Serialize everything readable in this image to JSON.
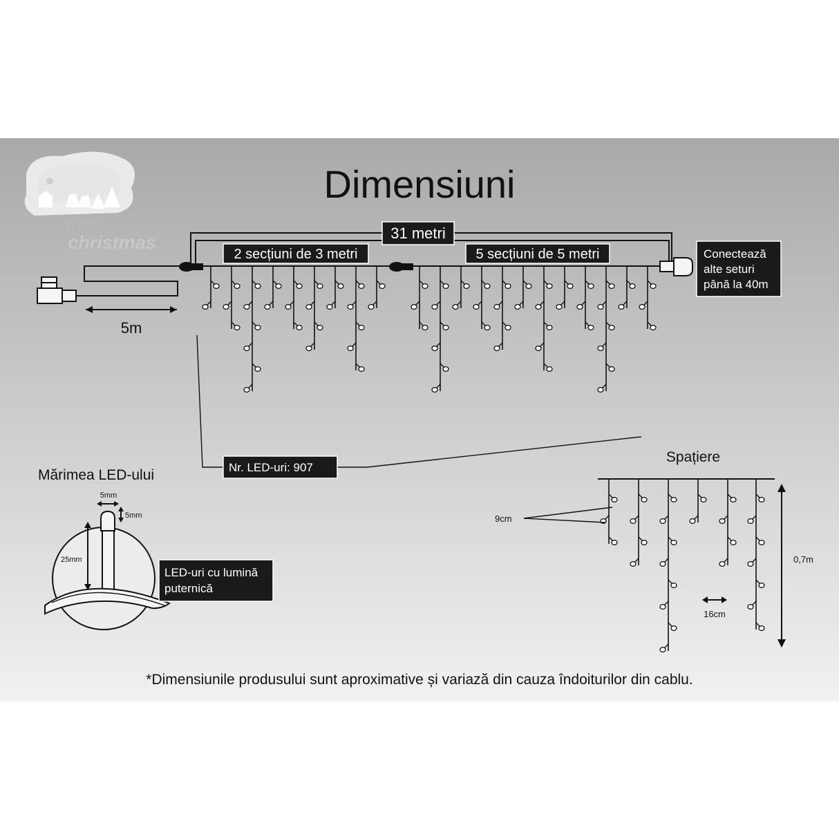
{
  "title": "Dimensiuni",
  "logo": {
    "brand": "FLIPPY",
    "script": "christmas"
  },
  "total_length": "31 metri",
  "section_a": "2 secțiuni de 3 metri",
  "section_b": "5 secțiuni de 5 metri",
  "connect": [
    "Conectează",
    "alte seturi",
    "până la 40m"
  ],
  "lead_cable": "5m",
  "led_count": "Nr. LED-uri: 907",
  "led_size": {
    "title": "Mărimea LED-ului",
    "width": "5mm",
    "height": "5mm",
    "stem": "25mm",
    "caption": [
      "LED-uri cu lumină",
      "puternică"
    ]
  },
  "spacing": {
    "title": "Spațiere",
    "drop_gap": "9cm",
    "strand_gap": "16cm",
    "max_drop": "0,7m"
  },
  "footnote": "*Dimensiunile produsului sunt aproximative și variază din cauza îndoiturilor din cablu.",
  "colors": {
    "band_top": "#a9a9a9",
    "band_bottom": "#f1f1f1",
    "ink": "#111111",
    "label_box": "#1a1a1a"
  }
}
